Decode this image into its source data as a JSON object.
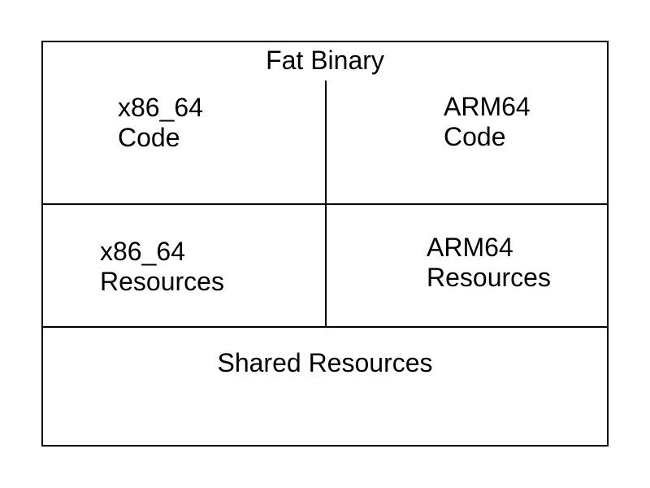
{
  "diagram": {
    "title": "Fat Binary",
    "cells": {
      "x86_code": {
        "line1": "x86_64",
        "line2": "Code"
      },
      "arm_code": {
        "line1": "ARM64",
        "line2": "Code"
      },
      "x86_resources": {
        "line1": "x86_64",
        "line2": "Resources"
      },
      "arm_resources": {
        "line1": "ARM64",
        "line2": "Resources"
      },
      "shared_resources": {
        "label": "Shared Resources"
      }
    },
    "colors": {
      "line": "#000000",
      "text": "#000000",
      "background": "#ffffff"
    }
  }
}
